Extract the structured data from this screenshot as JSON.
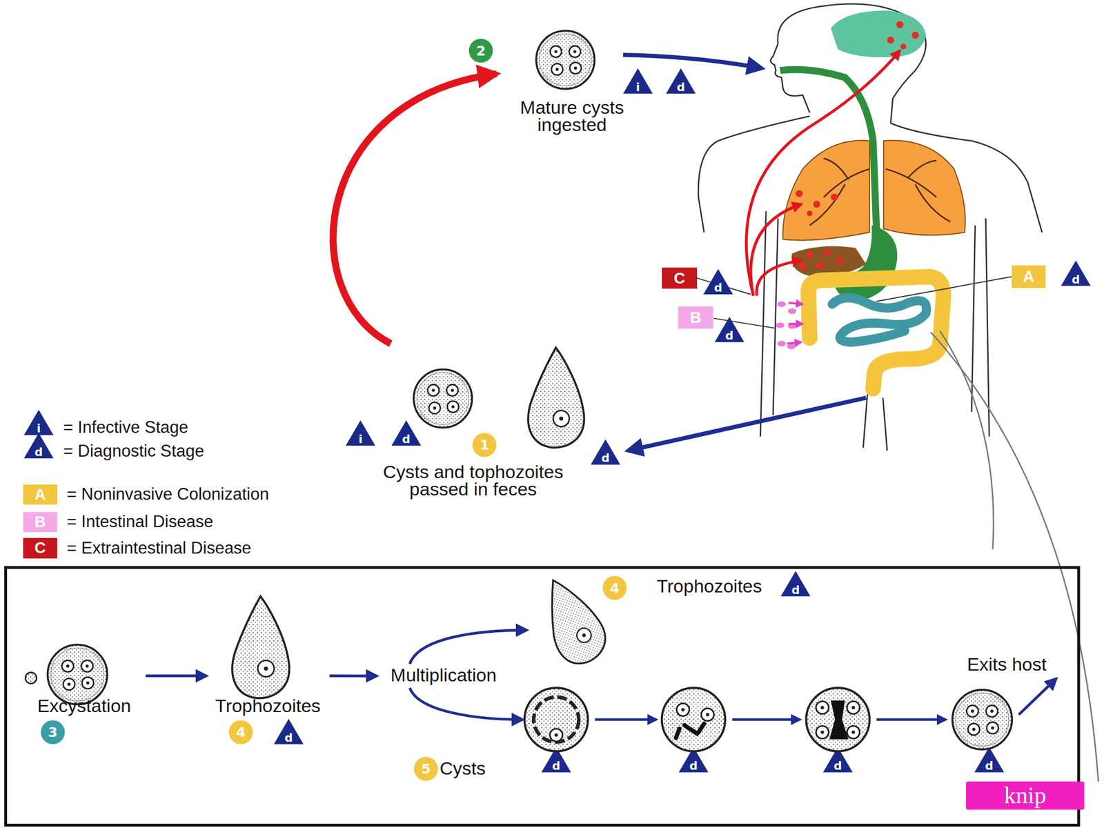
{
  "diagram": {
    "nodes": [
      {
        "text": [
          "Mature cysts ingested"
        ]
      },
      {
        "text": [
          "Cysts and tophozoites passed in feces"
        ]
      },
      {
        "text": [
          "Excystation"
        ]
      },
      {
        "text": [
          "Trophozoites"
        ]
      },
      {
        "text": [
          "Multiplication"
        ]
      },
      {
        "text": [
          "Trophozoites"
        ]
      },
      {
        "text": [
          "Cysts"
        ]
      },
      {
        "text": [
          "Exits host"
        ]
      }
    ],
    "edges": [
      {
        "from": 1,
        "to": 0,
        "arrow": "to"
      },
      {
        "from": 2,
        "to": 3,
        "arrow": "to"
      },
      {
        "from": 3,
        "to": 4,
        "arrow": "to"
      },
      {
        "from": 4,
        "to": 5,
        "arrow": "to"
      },
      {
        "from": 4,
        "to": 6,
        "arrow": "to"
      },
      {
        "from": 6,
        "to": 7,
        "arrow": "to"
      }
    ],
    "labels": [
      "2",
      "i",
      "d",
      "C",
      "d",
      "A",
      "d",
      "B",
      "d",
      "i",
      "d",
      "1",
      "d",
      "i",
      "d",
      "A",
      "B",
      "C",
      "4",
      "d",
      "3",
      "4",
      "d",
      "5",
      "d",
      "d",
      "d",
      "d",
      "knip"
    ],
    "legend": [
      {
        "text": "= Infective Stage"
      },
      {
        "text": "= Diagnostic Stage"
      },
      {
        "text": "= Noninvasive Colonization",
        "color": "#f3c53f"
      },
      {
        "text": "= Intestinal Disease",
        "color": "#f4a9e6"
      },
      {
        "text": "= Extraintestinal Disease",
        "color": "#c4161c"
      }
    ]
  }
}
